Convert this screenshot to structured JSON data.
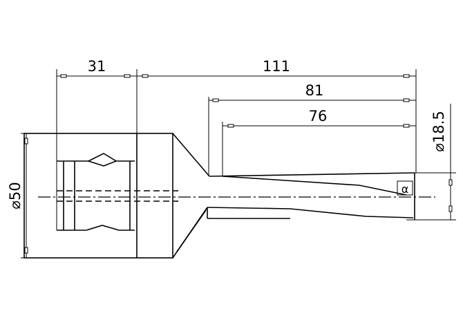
{
  "dimensions": {
    "flange_length": "31",
    "overall_length": "111",
    "length_81": "81",
    "length_76": "76",
    "body_diameter": "⌀50",
    "shank_diameter": "⌀18.5",
    "tip_symbol": "α"
  }
}
